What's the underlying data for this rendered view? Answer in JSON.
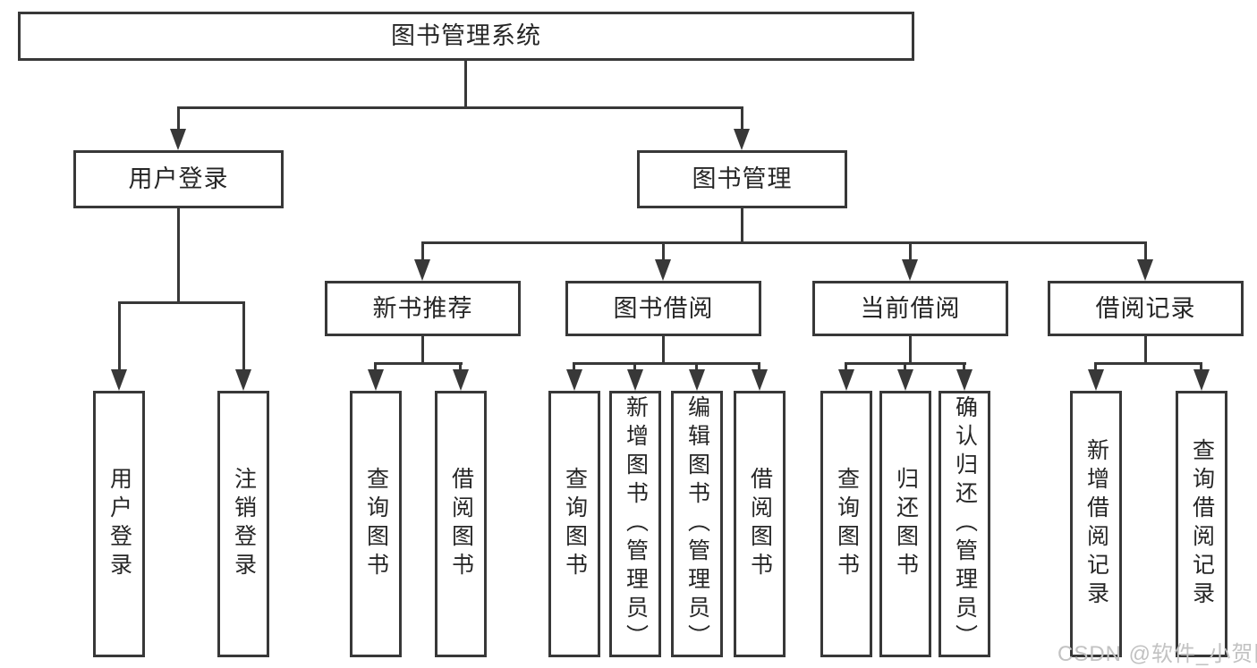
{
  "structure": {
    "root": "图书管理系统",
    "children": [
      {
        "label": "用户登录",
        "children": [
          "用户登录",
          "注销登录"
        ]
      },
      {
        "label": "图书管理",
        "children": [
          {
            "label": "新书推荐",
            "children": [
              "查询图书",
              "借阅图书"
            ]
          },
          {
            "label": "图书借阅",
            "children": [
              "查询图书",
              "新增图书（管理员）",
              "编辑图书（管理员）",
              "借阅图书"
            ]
          },
          {
            "label": "当前借阅",
            "children": [
              "查询图书",
              "归还图书",
              "确认归还（管理员）"
            ]
          },
          {
            "label": "借阅记录",
            "children": [
              "新增借阅记录",
              "查询借阅记录"
            ]
          }
        ]
      }
    ]
  },
  "watermark": {
    "text": "CSDN @软件_小贺同学"
  },
  "colors": {
    "line": "#383838",
    "node_text": "#262626",
    "watermark": "#c2c2c2",
    "background": "#ffffff"
  }
}
